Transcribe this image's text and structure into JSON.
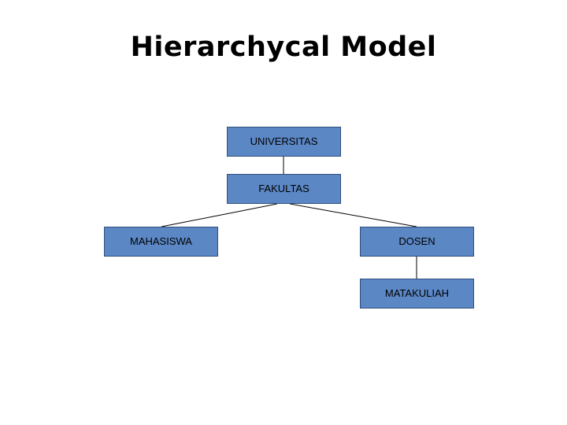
{
  "slide": {
    "title": "Hierarchycal Model",
    "background_color": "#ffffff",
    "node_fill_color": "#5b87c5",
    "node_border_color": "#2f4f7a",
    "text_color": "#000000",
    "connector_color": "#000000"
  },
  "diagram": {
    "nodes": [
      {
        "id": "universitas",
        "label": "UNIVERSITAS"
      },
      {
        "id": "fakultas",
        "label": "FAKULTAS"
      },
      {
        "id": "mahasiswa",
        "label": "MAHASISWA"
      },
      {
        "id": "dosen",
        "label": "DOSEN"
      },
      {
        "id": "matakuliah",
        "label": "MATAKULIAH"
      }
    ],
    "edges": [
      {
        "from": "universitas",
        "to": "fakultas"
      },
      {
        "from": "fakultas",
        "to": "mahasiswa"
      },
      {
        "from": "fakultas",
        "to": "dosen"
      },
      {
        "from": "dosen",
        "to": "matakuliah"
      }
    ]
  }
}
